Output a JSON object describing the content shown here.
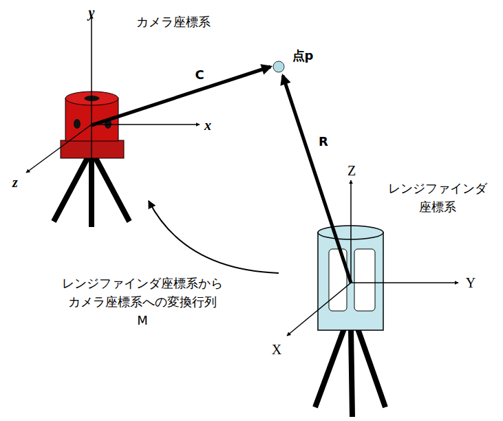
{
  "diagram": {
    "labels": [
      "カメラ座標系",
      "y",
      "x",
      "z",
      "C",
      "点p",
      "R",
      "Z",
      "Y",
      "X",
      "レンジファインダ 座標系",
      "レンジファインダ座標系から カメラ座標系への変換行列 M"
    ]
  }
}
